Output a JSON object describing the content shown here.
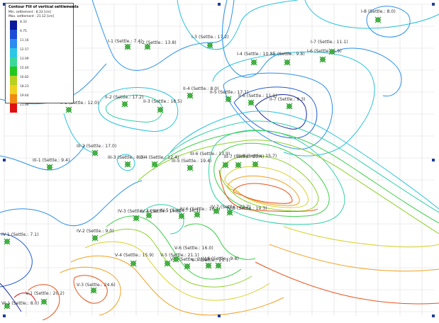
{
  "legend": {
    "title": "Contour Fill of vertical settlements",
    "min_text": "Min. settlement : 8.33 [cm]",
    "max_text": "Max. settlement : 21.12 [cm]",
    "levels": [
      "8.33",
      "9.75",
      "11.16",
      "12.57",
      "13.99",
      "15.40",
      "16.82",
      "18.23",
      "19.64",
      "21.06"
    ],
    "colors": [
      "#0a1a9c",
      "#1e4cd8",
      "#2c8cf0",
      "#2cc6e6",
      "#3ad89a",
      "#22c81e",
      "#b8d020",
      "#f0d020",
      "#f08a10",
      "#e01010"
    ]
  },
  "points": [
    {
      "label": "I-1 (Settle.: 7.4)"
    },
    {
      "label": "I-2 (Settle.: 13.8)"
    },
    {
      "label": "I-3 (Settle.: 17.2)"
    },
    {
      "label": "I-4 (Settle.: 10.3)"
    },
    {
      "label": "I-5 (Settle.: 9.8)"
    },
    {
      "label": "I-6 (Settle.: 5.9)"
    },
    {
      "label": "I-7 (Settle.: 11.1)"
    },
    {
      "label": "I-8 (Settle.: 8.0)"
    },
    {
      "label": "II-1 (Settle.: 12.0)"
    },
    {
      "label": "II-2 (Settle.: 17.2)"
    },
    {
      "label": "II-3 (Settle.: 18.5)"
    },
    {
      "label": "II-4 (Settle.: 8.0)"
    },
    {
      "label": "II-5 (Settle.: 17.1)"
    },
    {
      "label": "II-6 (Settle.: 11.1)"
    },
    {
      "label": "II-7 (Settle.: 9.3)"
    },
    {
      "label": "III-1 (Settle.: 9.4)"
    },
    {
      "label": "III-2 (Settle.: 17.0)"
    },
    {
      "label": "III-3 (Settle.: 8.0)"
    },
    {
      "label": "III-4 (Settle.: 12.4)"
    },
    {
      "label": "III-5 (Settle.: 19.4)"
    },
    {
      "label": "III-6 (Settle.: 13.9)"
    },
    {
      "label": "III-7 (Settle.: 20.4)"
    },
    {
      "label": "III-8 (Settle.: 15.7)"
    },
    {
      "label": "IV-1 (Settle.: 7.1)"
    },
    {
      "label": "IV-2 (Settle.: 9.0)"
    },
    {
      "label": "IV-3 (Settle.: 14.8)"
    },
    {
      "label": "IV-4 (Settle.: 14.8)"
    },
    {
      "label": "IV-5 (Settle.: 16.1)"
    },
    {
      "label": "IV-6 (Settle.: 16.1)"
    },
    {
      "label": "IV-7 (Settle.: 22.7)"
    },
    {
      "label": "IV-8 (Settle.: 19.3)"
    },
    {
      "label": "V-1 (Settle.: 20.2)"
    },
    {
      "label": "V-2 (Settle.: 21.1)"
    },
    {
      "label": "V-3 (Settle.: 24.6)"
    },
    {
      "label": "V-4 (Settle.: 15.9)"
    },
    {
      "label": "V-5 (Settle.: 21.1)"
    },
    {
      "label": "V-6 (Settle.: 16.0)"
    },
    {
      "label": "V-7 (Settle.: 21.1)"
    },
    {
      "label": "V-8 (Settle.: 9.8)"
    },
    {
      "label": "VI-1 (Settle.: 8.0)"
    }
  ],
  "contour_colors": {
    "c1": "#1a2aa0",
    "c2": "#1e5ad8",
    "c3": "#2a90e8",
    "c4": "#28c2dc",
    "c5": "#30d0a8",
    "c6": "#3ccf4a",
    "c7": "#8cd22a",
    "c8": "#d8d22a",
    "c9": "#f0a020",
    "c10": "#e85018",
    "c11": "#d81818"
  }
}
